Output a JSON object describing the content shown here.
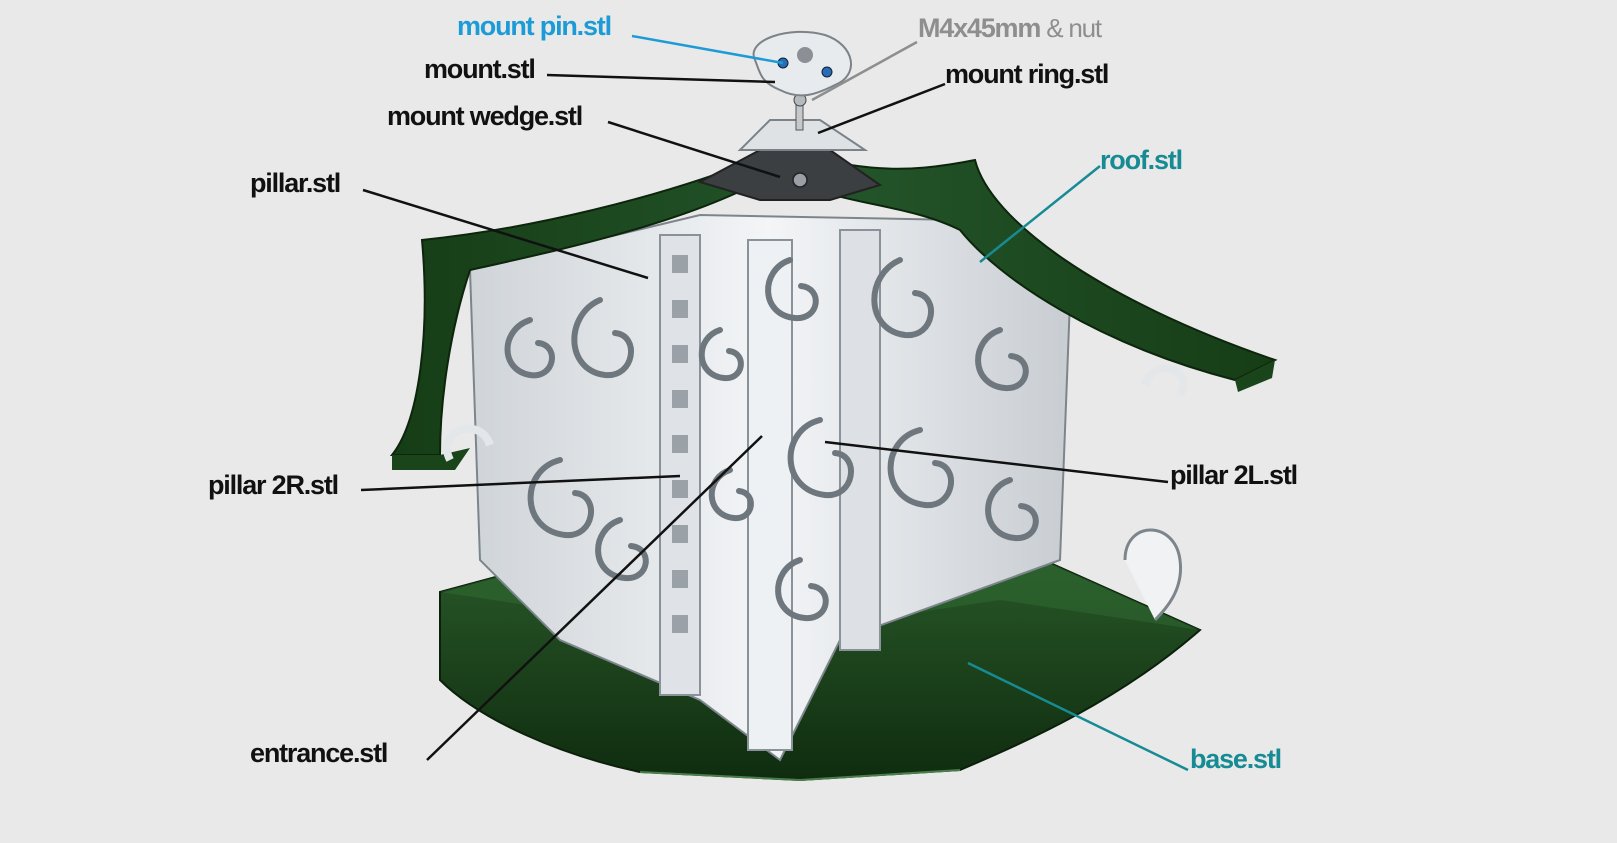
{
  "colors": {
    "background": "#e9e9e9",
    "roof_green": "#1f4a1f",
    "base_green": "#163a16",
    "pillar_white": "#e4e7ea",
    "blue_label": "#1d9bd6",
    "grey_label": "#8e8e8e",
    "teal_label": "#178b94",
    "dark_label": "#111111"
  },
  "labels": {
    "mount_pin": "mount pin.stl",
    "bolt_name": "M4x45mm",
    "bolt_amp": " & nut",
    "mount": "mount.stl",
    "mount_ring": "mount ring.stl",
    "mount_wedge": "mount wedge.stl",
    "roof": "roof.stl",
    "pillar": "pillar.stl",
    "pillar_2r": "pillar 2R.stl",
    "pillar_2l": "pillar 2L.stl",
    "entrance": "entrance.stl",
    "base": "base.stl"
  }
}
